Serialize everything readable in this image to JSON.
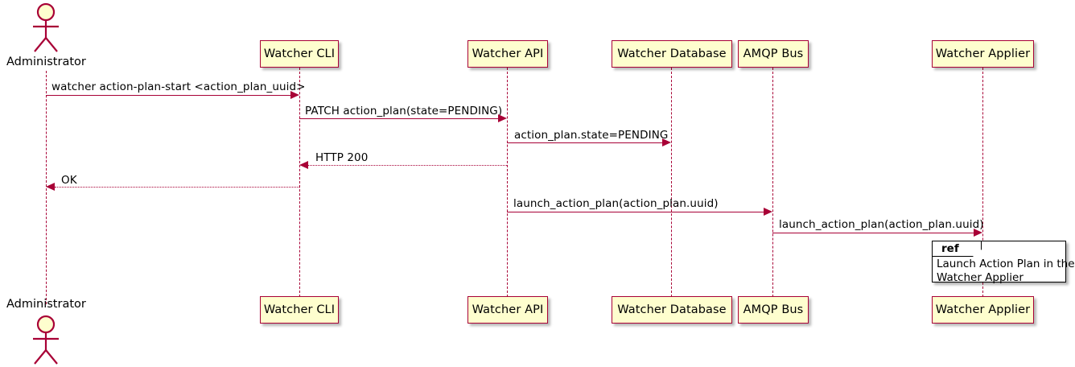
{
  "diagram": {
    "type": "sequence-diagram",
    "title": "",
    "colors": {
      "participant_fill": "#FEFECE",
      "participant_border": "#A80036",
      "lifeline": "#A80036",
      "arrow": "#A80036",
      "ref_border": "#000000",
      "text": "#000000",
      "background": "#FFFFFF"
    }
  },
  "actors": [
    {
      "id": "administrator",
      "label": "Administrator",
      "kind": "actor"
    }
  ],
  "participants": [
    {
      "id": "watcher-cli",
      "label": "Watcher CLI",
      "kind": "participant"
    },
    {
      "id": "watcher-api",
      "label": "Watcher API",
      "kind": "participant"
    },
    {
      "id": "watcher-database",
      "label": "Watcher Database",
      "kind": "participant"
    },
    {
      "id": "amqp-bus",
      "label": "AMQP Bus",
      "kind": "participant"
    },
    {
      "id": "watcher-applier",
      "label": "Watcher Applier",
      "kind": "participant"
    }
  ],
  "messages": [
    {
      "index": 1,
      "from": "administrator",
      "to": "watcher-cli",
      "label": "watcher action-plan-start <action_plan_uuid>",
      "style": "solid",
      "direction": "right"
    },
    {
      "index": 2,
      "from": "watcher-cli",
      "to": "watcher-api",
      "label": "PATCH action_plan(state=PENDING)",
      "style": "solid",
      "direction": "right"
    },
    {
      "index": 3,
      "from": "watcher-api",
      "to": "watcher-database",
      "label": "action_plan.state=PENDING",
      "style": "solid",
      "direction": "right"
    },
    {
      "index": 4,
      "from": "watcher-api",
      "to": "watcher-cli",
      "label": "HTTP 200",
      "style": "dotted",
      "direction": "left"
    },
    {
      "index": 5,
      "from": "watcher-cli",
      "to": "administrator",
      "label": "OK",
      "style": "dotted",
      "direction": "left"
    },
    {
      "index": 6,
      "from": "watcher-api",
      "to": "amqp-bus",
      "label": "launch_action_plan(action_plan.uuid)",
      "style": "solid",
      "direction": "right"
    },
    {
      "index": 7,
      "from": "amqp-bus",
      "to": "watcher-applier",
      "label": "launch_action_plan(action_plan.uuid)",
      "style": "solid",
      "direction": "right"
    }
  ],
  "ref_fragment": {
    "tag": "ref",
    "lines": [
      "Launch Action Plan in the",
      "Watcher Applier"
    ],
    "over": "watcher-applier"
  }
}
